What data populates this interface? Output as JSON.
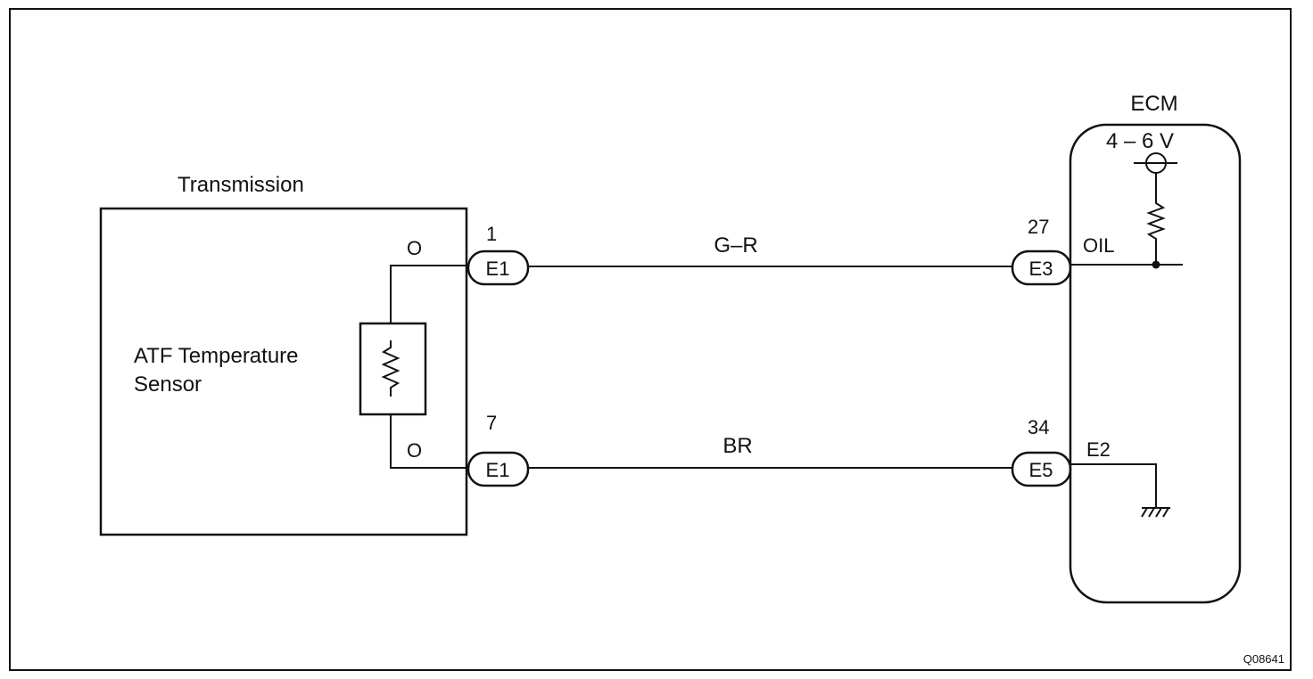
{
  "transmission": {
    "title": "Transmission",
    "sensor_label_line1": "ATF Temperature",
    "sensor_label_line2": "Sensor",
    "pin_top_mark": "O",
    "pin_bottom_mark": "O"
  },
  "connectors": {
    "trans_top": {
      "pin": "1",
      "code": "E1"
    },
    "trans_bottom": {
      "pin": "7",
      "code": "E1"
    },
    "ecm_top": {
      "pin": "27",
      "code": "E3"
    },
    "ecm_bottom": {
      "pin": "34",
      "code": "E5"
    }
  },
  "wires": {
    "top": "G–R",
    "bottom": "BR"
  },
  "ecm": {
    "title": "ECM",
    "voltage": "4 – 6 V",
    "oil_terminal": "OIL",
    "e2_terminal": "E2"
  },
  "figure_code": "Q08641"
}
